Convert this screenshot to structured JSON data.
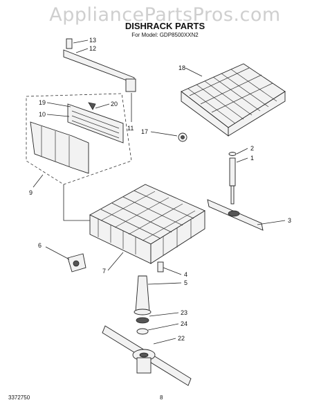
{
  "watermark": "AppliancePartsPros.com",
  "title": "DISHRACK PARTS",
  "subtitle": "For Model: GDP8500XXN2",
  "footer": {
    "doc_number": "3372750",
    "page": "8"
  },
  "callouts": [
    "13",
    "12",
    "18",
    "19",
    "20",
    "10",
    "11",
    "17",
    "9",
    "2",
    "1",
    "3",
    "6",
    "7",
    "4",
    "5",
    "23",
    "24",
    "22"
  ]
}
